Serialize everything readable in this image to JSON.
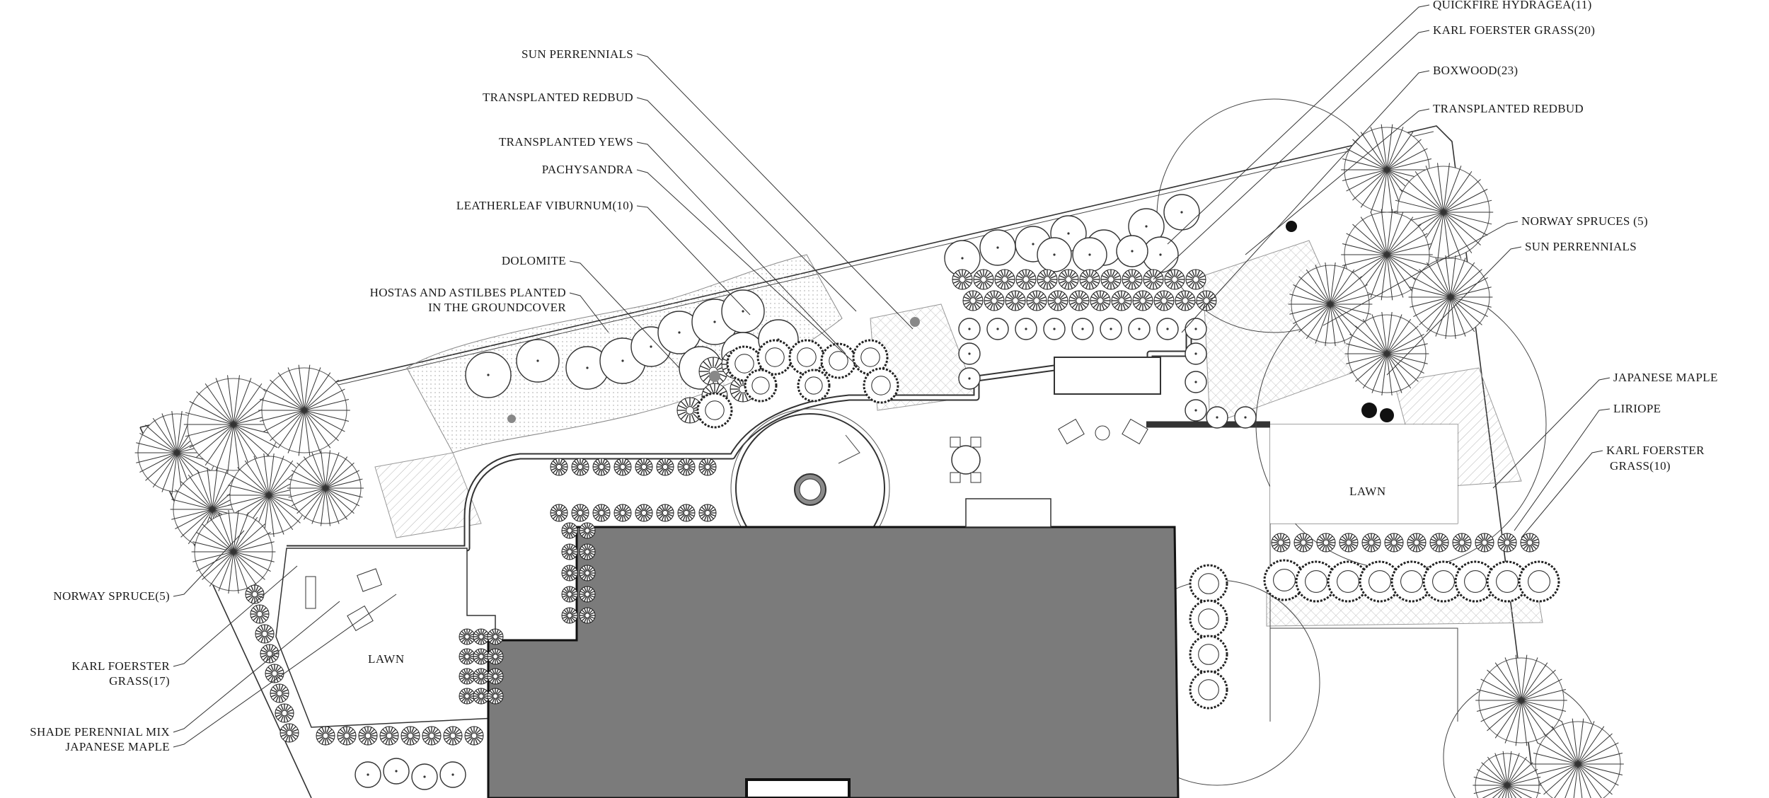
{
  "labels_left": [
    "SUN PERRENNIALS",
    "TRANSPLANTED REDBUD",
    "TRANSPLANTED YEWS",
    "PACHYSANDRA",
    "LEATHERLEAF VIBURNUM(10)",
    "DOLOMITE",
    "HOSTAS AND ASTILBES PLANTED",
    "IN THE GROUNDCOVER"
  ],
  "labels_right": [
    "QUICKFIRE HYDRAGEA(11)",
    "KARL FOERSTER GRASS(20)",
    "BOXWOOD(23)",
    "TRANSPLANTED REDBUD",
    "NORWAY SPRUCES (5)",
    "SUN PERRENNIALS",
    "JAPANESE MAPLE",
    "LIRIOPE",
    "KARL FOERSTER",
    "GRASS(10)"
  ],
  "labels_lower_left": [
    "NORWAY SPRUCE(5)",
    "KARL FOERSTER",
    "GRASS(17)",
    "SHADE  PERENNIAL MIX",
    "JAPANESE MAPLE"
  ],
  "lawn_labels": [
    "LAWN",
    "LAWN"
  ],
  "colors": {
    "house_fill": "#7b7b7b",
    "line": "#333333",
    "hatch": "#b5b5b5",
    "background": "#ffffff"
  }
}
